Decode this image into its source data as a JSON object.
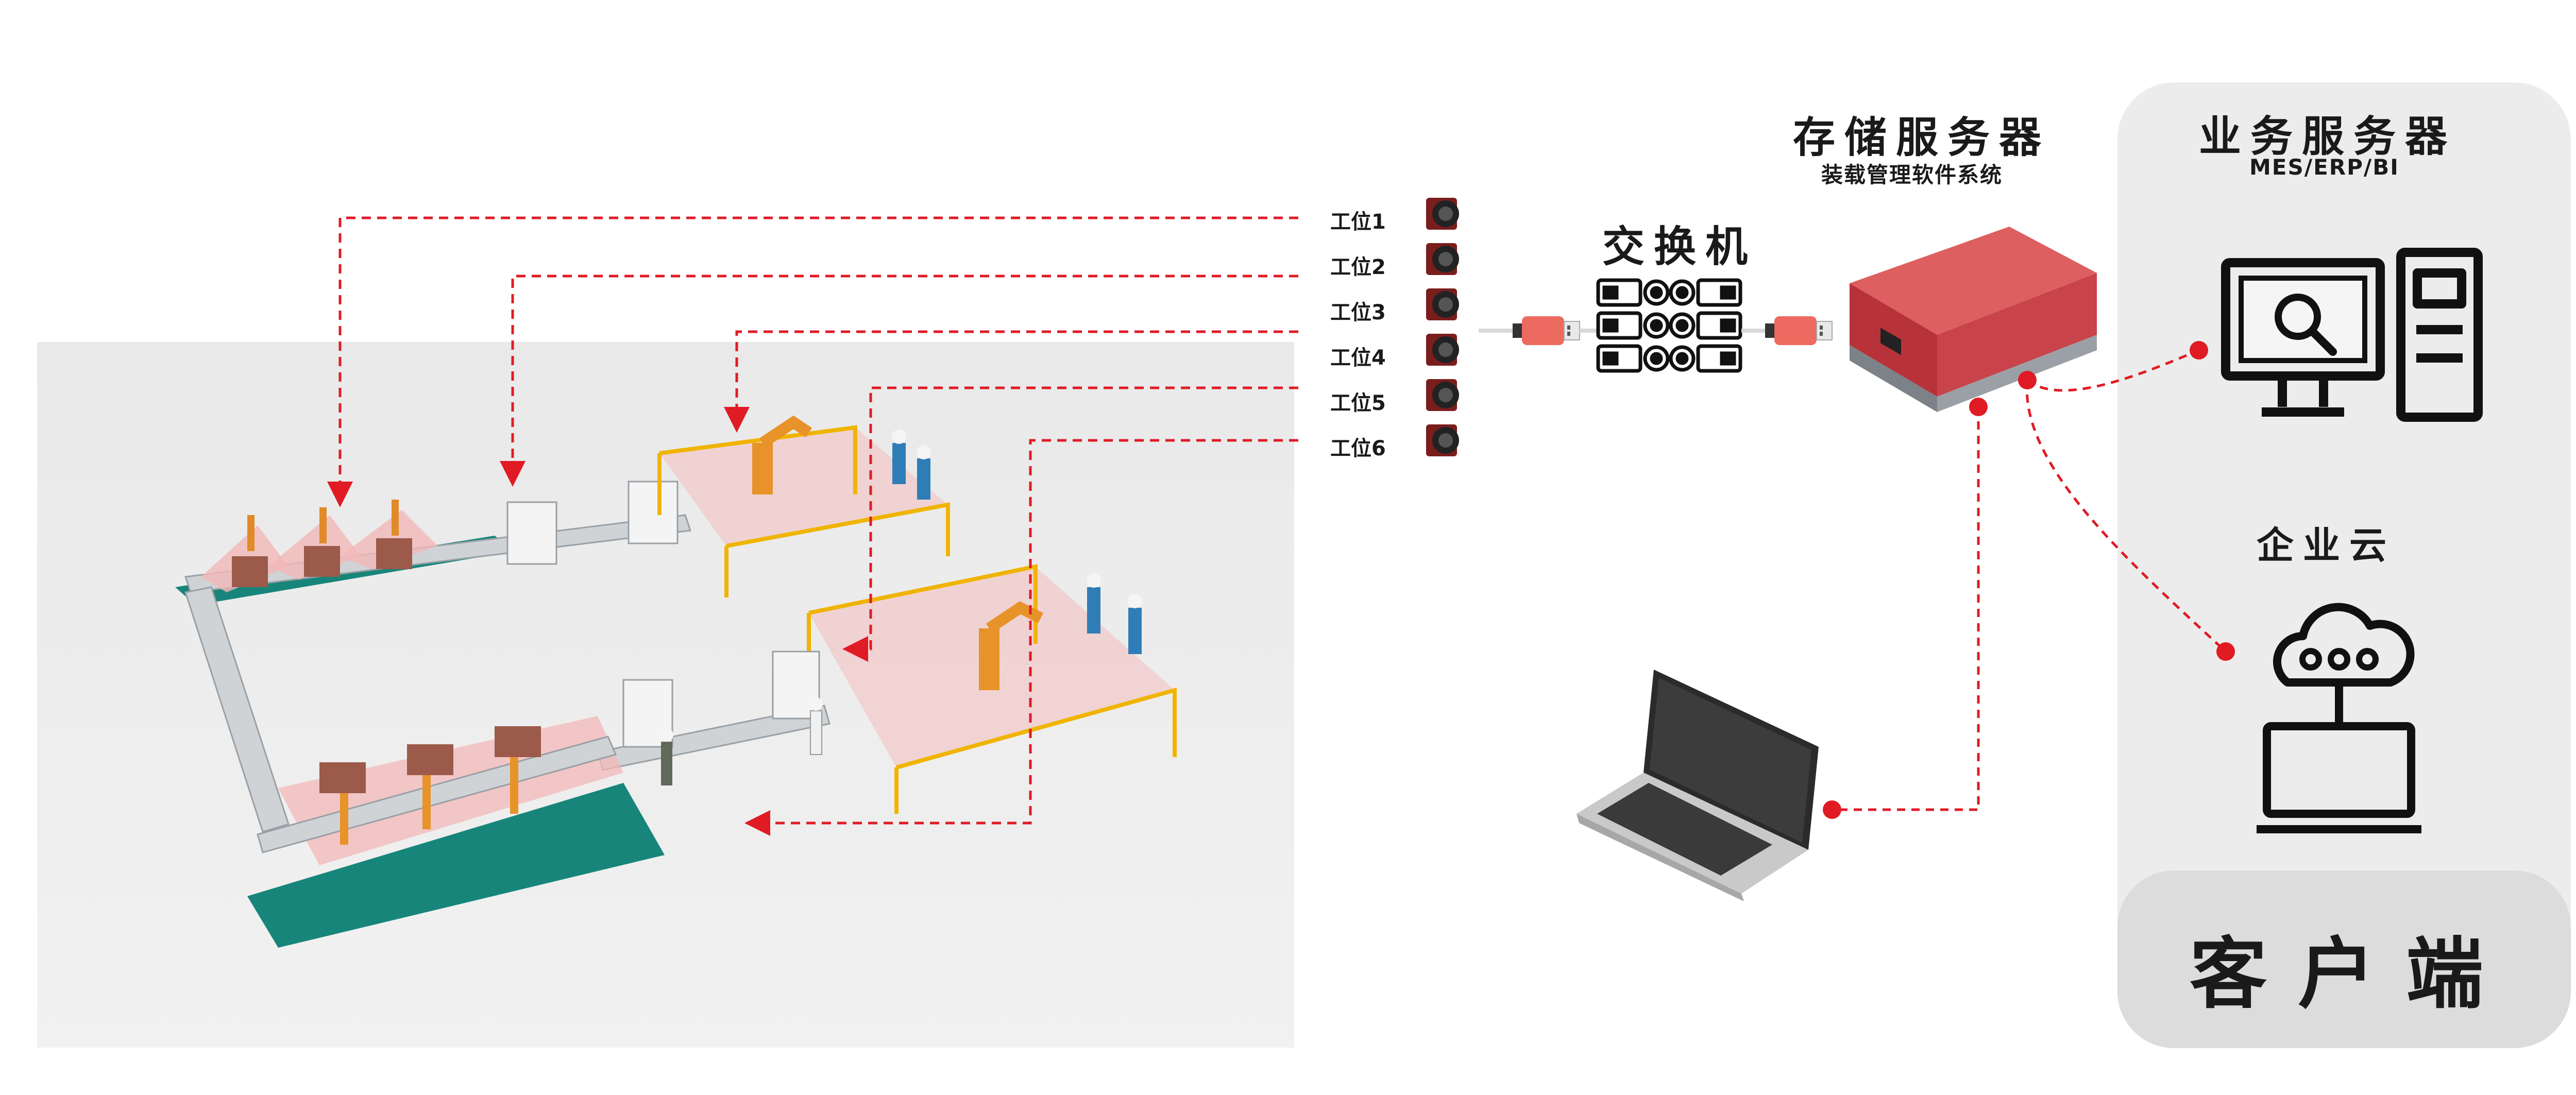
{
  "colors": {
    "accent_red": "#e01b24",
    "panel_gray": "#ececec",
    "panel_gray_dark": "#dcdcdc",
    "server_red": "#c8323a",
    "floor_gray": "#ededed",
    "icon_black": "#111111"
  },
  "stations": [
    {
      "label": "工位1"
    },
    {
      "label": "工位2"
    },
    {
      "label": "工位3"
    },
    {
      "label": "工位4"
    },
    {
      "label": "工位5"
    },
    {
      "label": "工位6"
    }
  ],
  "switch": {
    "title": "交换机"
  },
  "storage_server": {
    "title": "存储服务器",
    "subtitle": "装载管理软件系统"
  },
  "business_server": {
    "title": "业务服务器",
    "subtitle": "MES/ERP/BI"
  },
  "enterprise_cloud": {
    "title": "企业云"
  },
  "client": {
    "title": "客户端"
  },
  "icons": {
    "camera": "industrial-camera-icon",
    "switch": "network-switch-icon",
    "connector": "ethernet-connector-icon",
    "server": "storage-server-icon",
    "desktop": "desktop-computer-icon",
    "cloud": "cloud-icon",
    "laptop": "laptop-icon"
  }
}
